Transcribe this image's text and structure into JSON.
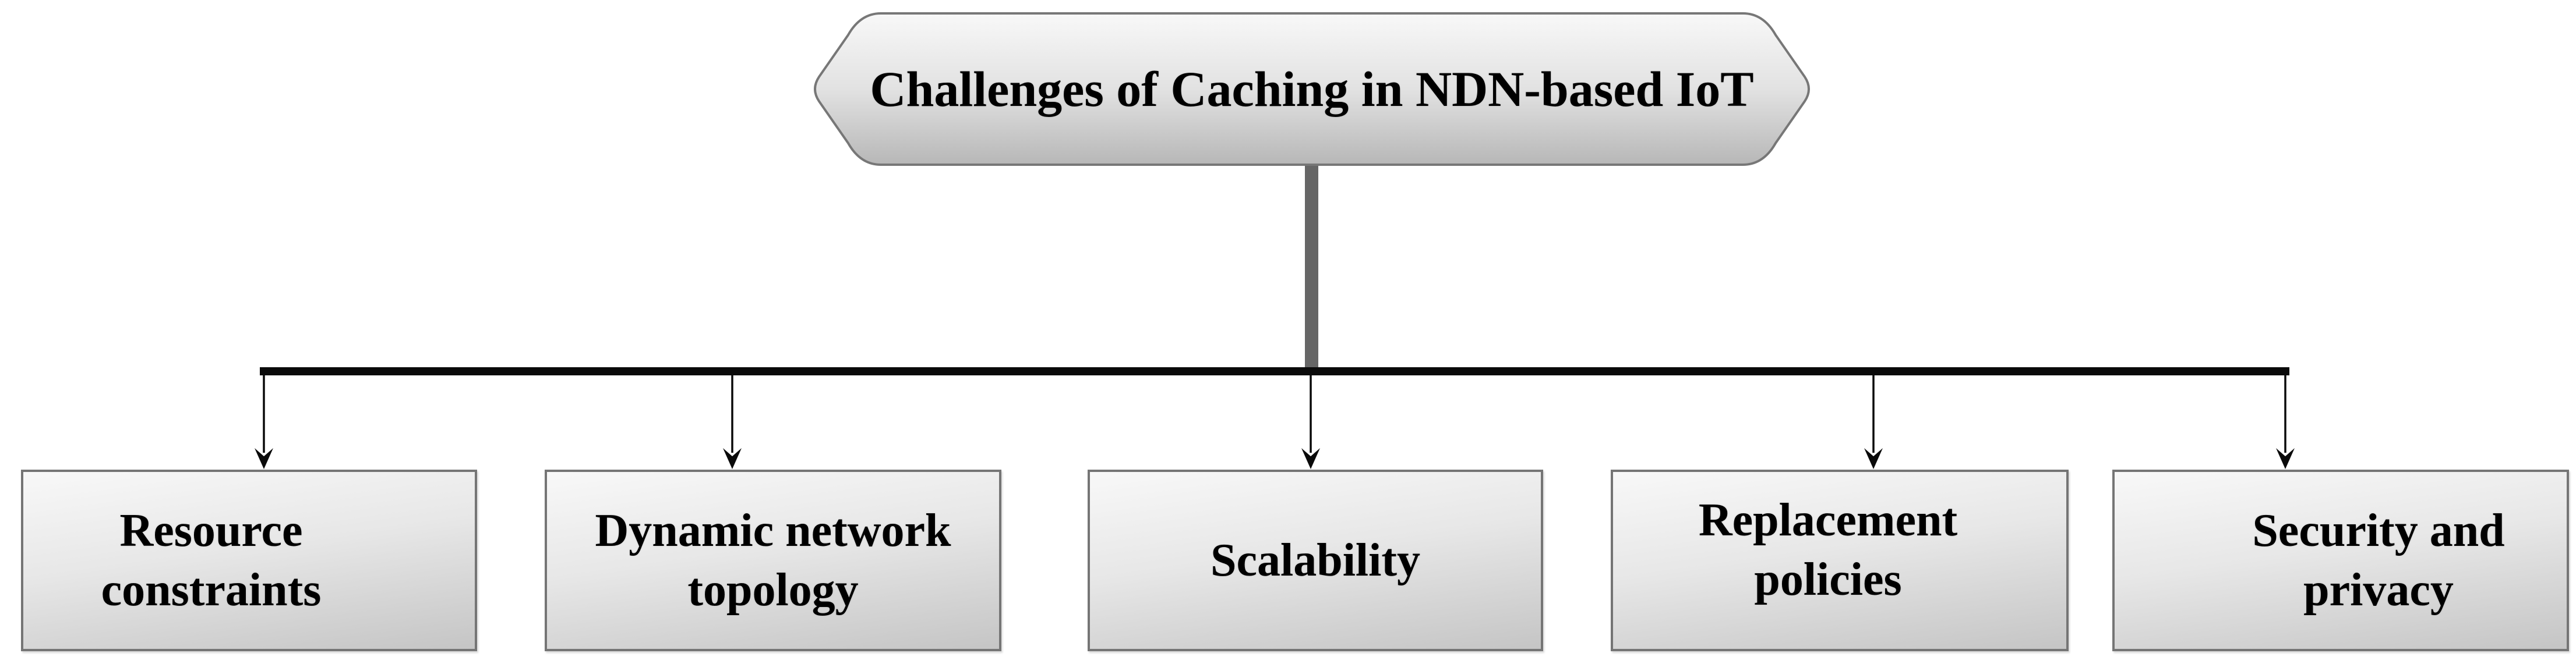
{
  "diagram": {
    "type": "hierarchy-diagram",
    "title": "Challenges of Caching in NDN-based IoT",
    "children": [
      {
        "label": "Resource constraints"
      },
      {
        "label": "Dynamic network topology"
      },
      {
        "label": "Scalability"
      },
      {
        "label": "Replacement policies"
      },
      {
        "label": "Security and privacy"
      }
    ],
    "colors": {
      "background": "#ffffff",
      "shape_top": "#f8f8f8",
      "shape_mid": "#e2e2e2",
      "shape_bottom": "#b7b7b7",
      "shape_border": "#777777",
      "box_top": "#f8f8f8",
      "box_bottom": "#c5c5c5",
      "box_border": "#757575",
      "trunk": "#666666",
      "line": "#0a0a0a",
      "text": "#000000"
    }
  }
}
